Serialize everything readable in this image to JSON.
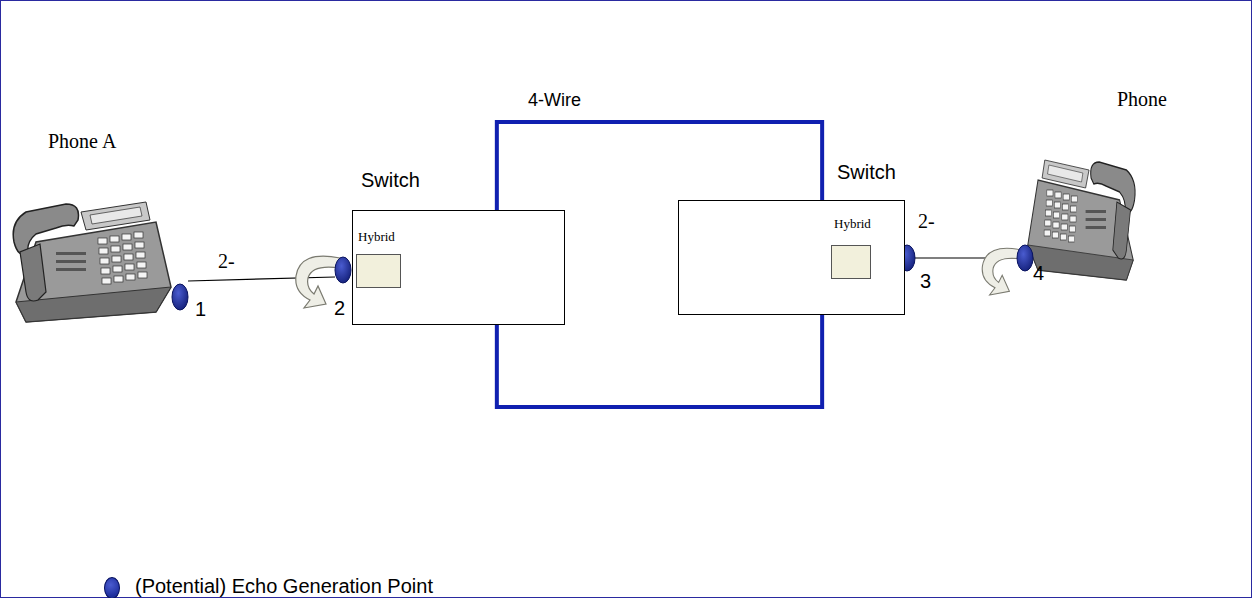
{
  "diagram": {
    "nodes": [
      {
        "text": [
          "Switch"
        ]
      },
      {
        "text": [
          "Hybrid"
        ],
        "in": 0
      },
      {
        "text": [
          "Switch"
        ]
      },
      {
        "text": [
          "Hybrid"
        ],
        "in": 2
      }
    ],
    "edges": [
      {
        "from": 0,
        "to": 2,
        "arrow": "none"
      },
      {
        "from": 0,
        "to": 2,
        "arrow": "none"
      }
    ],
    "labels": [
      "Phone A",
      "2-",
      "1",
      "2",
      "4-Wire",
      "Phone",
      "2-",
      "3",
      "4"
    ],
    "legend": [
      {
        "text": "(Potential) Echo Generation Point",
        "color": "#1f2f9e"
      }
    ]
  }
}
